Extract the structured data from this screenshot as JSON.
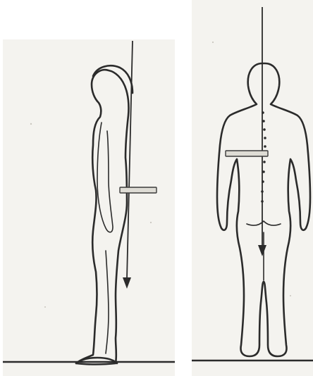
{
  "figure": {
    "panels": [
      {
        "id": "left",
        "view": "lateral",
        "figure": "standing-human-silhouette",
        "line": "plumb-line",
        "ruler": "posture-ruler"
      },
      {
        "id": "right",
        "view": "posterior",
        "figure": "standing-human-silhouette",
        "line": "plumb-line",
        "spine": "dotted-spine",
        "ruler": "posture-ruler"
      }
    ],
    "colors": {
      "ink": "#2b2b2b",
      "paper": "#f4f3ef",
      "ruler": "#dedcd5"
    }
  }
}
